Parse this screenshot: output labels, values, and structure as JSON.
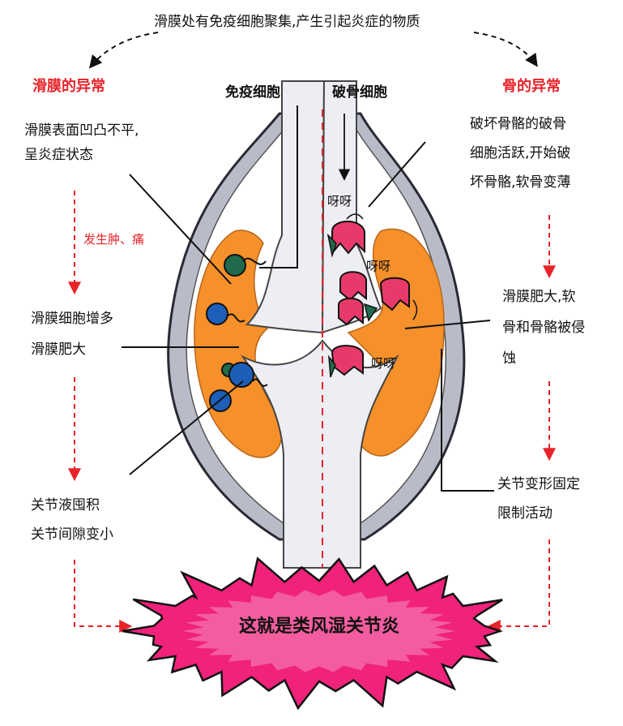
{
  "top_caption": "滑膜处有免疫细胞聚集,产生引起炎症的物质",
  "left_branch": {
    "heading": "滑膜的异常",
    "step1": [
      "滑膜表面凹凸不平,",
      "呈炎症状态"
    ],
    "side_note": "发生肿、痛",
    "step2": [
      "滑膜细胞增多",
      "滑膜肥大"
    ],
    "step3": [
      "关节液囤积",
      "关节间隙变小"
    ]
  },
  "right_branch": {
    "heading": "骨的异常",
    "step1": [
      "破坏骨骼的破骨",
      "细胞活跃,开始破",
      "坏骨骼,软骨变薄"
    ],
    "step2": [
      "滑膜肥大,软",
      "骨和骨骼被侵",
      "蚀"
    ],
    "step3": [
      "关节变形固定",
      "限制活动"
    ]
  },
  "cells": {
    "immune_label": "免疫细胞",
    "osteoclast_label": "破骨细胞",
    "sound_effect": "呀呀"
  },
  "conclusion": "这就是类风湿关节炎",
  "colors": {
    "accent_red": "#e8232a",
    "cartilage_orange": "#f5902a",
    "burst_pink": "#f0227a",
    "immune_green": "#1f6b4c",
    "immune_blue": "#1d5fb8",
    "osteoclast_pink": "#e83a6a",
    "capsule_gray": "#b9bcc8",
    "bone_gray": "#eceef3"
  }
}
